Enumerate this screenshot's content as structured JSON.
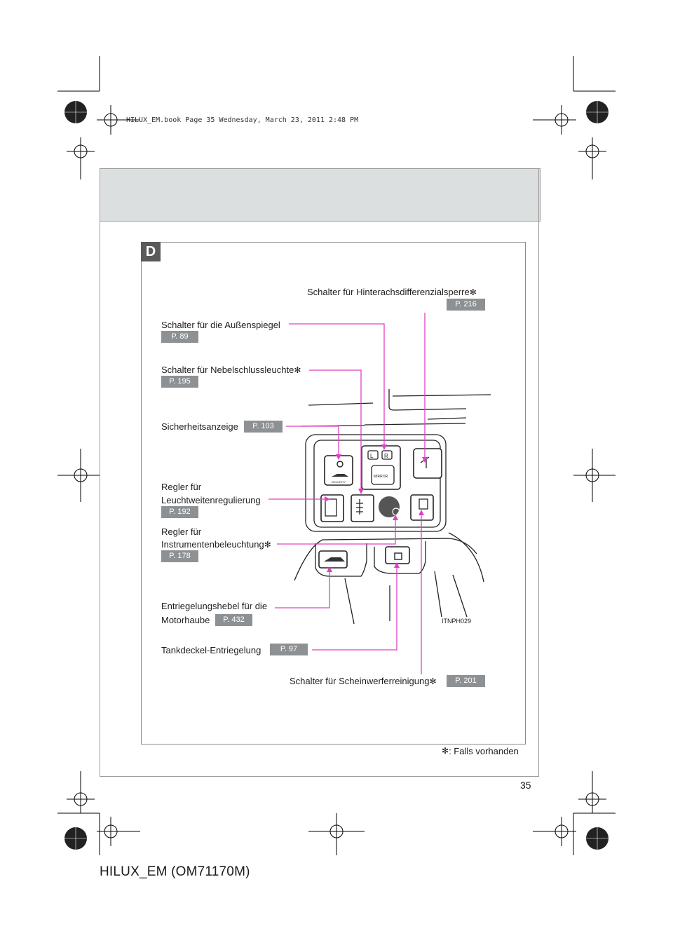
{
  "book_stamp": "HILUX_EM.book  Page 35  Wednesday, March 23, 2011  2:48 PM",
  "section_letter": "D",
  "callouts": [
    {
      "id": "diff-lock",
      "label": "Schalter für Hinterachsdifferenzialsperre",
      "optional": true,
      "page_ref": "P. 216"
    },
    {
      "id": "mirror",
      "label": "Schalter für die Außenspiegel",
      "optional": false,
      "page_ref": "P. 89"
    },
    {
      "id": "rear-fog",
      "label": "Schalter für Nebelschlussleuchte",
      "optional": true,
      "page_ref": "P. 195"
    },
    {
      "id": "security",
      "label": "Sicherheitsanzeige",
      "optional": false,
      "page_ref": "P. 103"
    },
    {
      "id": "headlight-level",
      "label_line1": "Regler für",
      "label_line2": "Leuchtweitenregulierung",
      "optional": false,
      "page_ref": "P. 192"
    },
    {
      "id": "instrument-light",
      "label_line1": "Regler für",
      "label_line2": "Instrumentenbeleuchtung",
      "optional": true,
      "page_ref": "P. 178"
    },
    {
      "id": "hood",
      "label_line1": "Entriegelungshebel für die",
      "label_line2": "Motorhaube",
      "optional": false,
      "page_ref": "P. 432"
    },
    {
      "id": "fuel",
      "label": "Tankdeckel-Entriegelung",
      "optional": false,
      "page_ref": "P. 97"
    },
    {
      "id": "washer",
      "label": "Schalter für Scheinwerferreinigung",
      "optional": true,
      "page_ref": "P. 201"
    }
  ],
  "star_symbol": "✻",
  "switch_panel": {
    "security_text": "SECURITY",
    "mirror_left": "L",
    "mirror_right": "R",
    "mirror_text": "MIRROR"
  },
  "figure_code": "ITNPH029",
  "footnote": ": Falls vorhanden",
  "page_number": "35",
  "manual_id": "HILUX_EM (OM71170M)",
  "colors": {
    "callout_line": "#e040c8",
    "pref_badge": "#8e9193",
    "header_band": "#dcdfe0"
  }
}
